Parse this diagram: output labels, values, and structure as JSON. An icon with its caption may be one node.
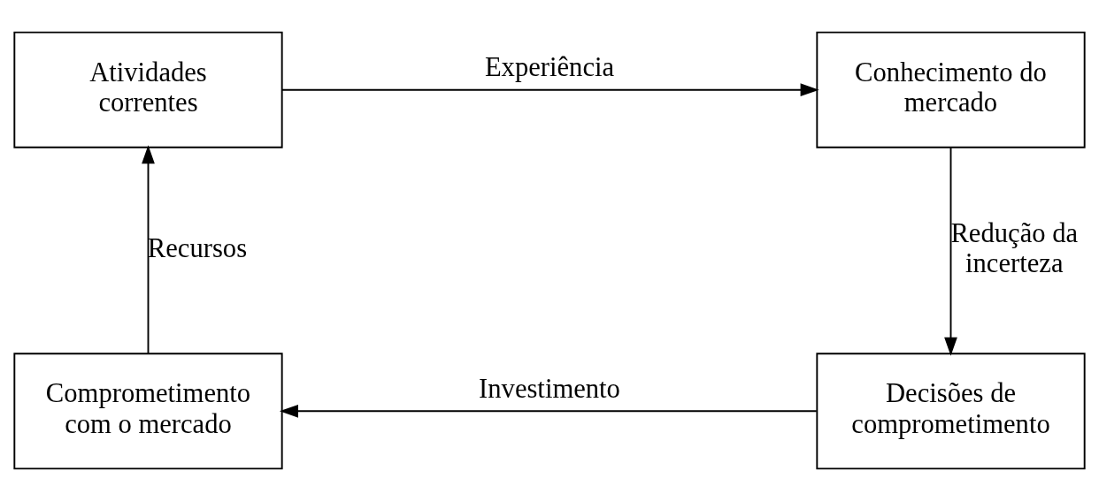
{
  "diagram": {
    "nodes": [
      {
        "text": [
          "Atividades correntes"
        ]
      },
      {
        "text": [
          "Conhecimento do mercado"
        ]
      },
      {
        "text": [
          "Comprometimento com o mercado"
        ]
      },
      {
        "text": [
          "Decisões de comprometimento"
        ]
      }
    ],
    "edges": [
      {
        "from": 0,
        "to": 1,
        "arrow": "to",
        "label": "Experiência"
      },
      {
        "from": 1,
        "to": 3,
        "arrow": "to",
        "label": "Redução da incerteza"
      },
      {
        "from": 3,
        "to": 2,
        "arrow": "to",
        "label": "Investimento"
      },
      {
        "from": 2,
        "to": 0,
        "arrow": "to",
        "label": "Recursos"
      }
    ]
  }
}
